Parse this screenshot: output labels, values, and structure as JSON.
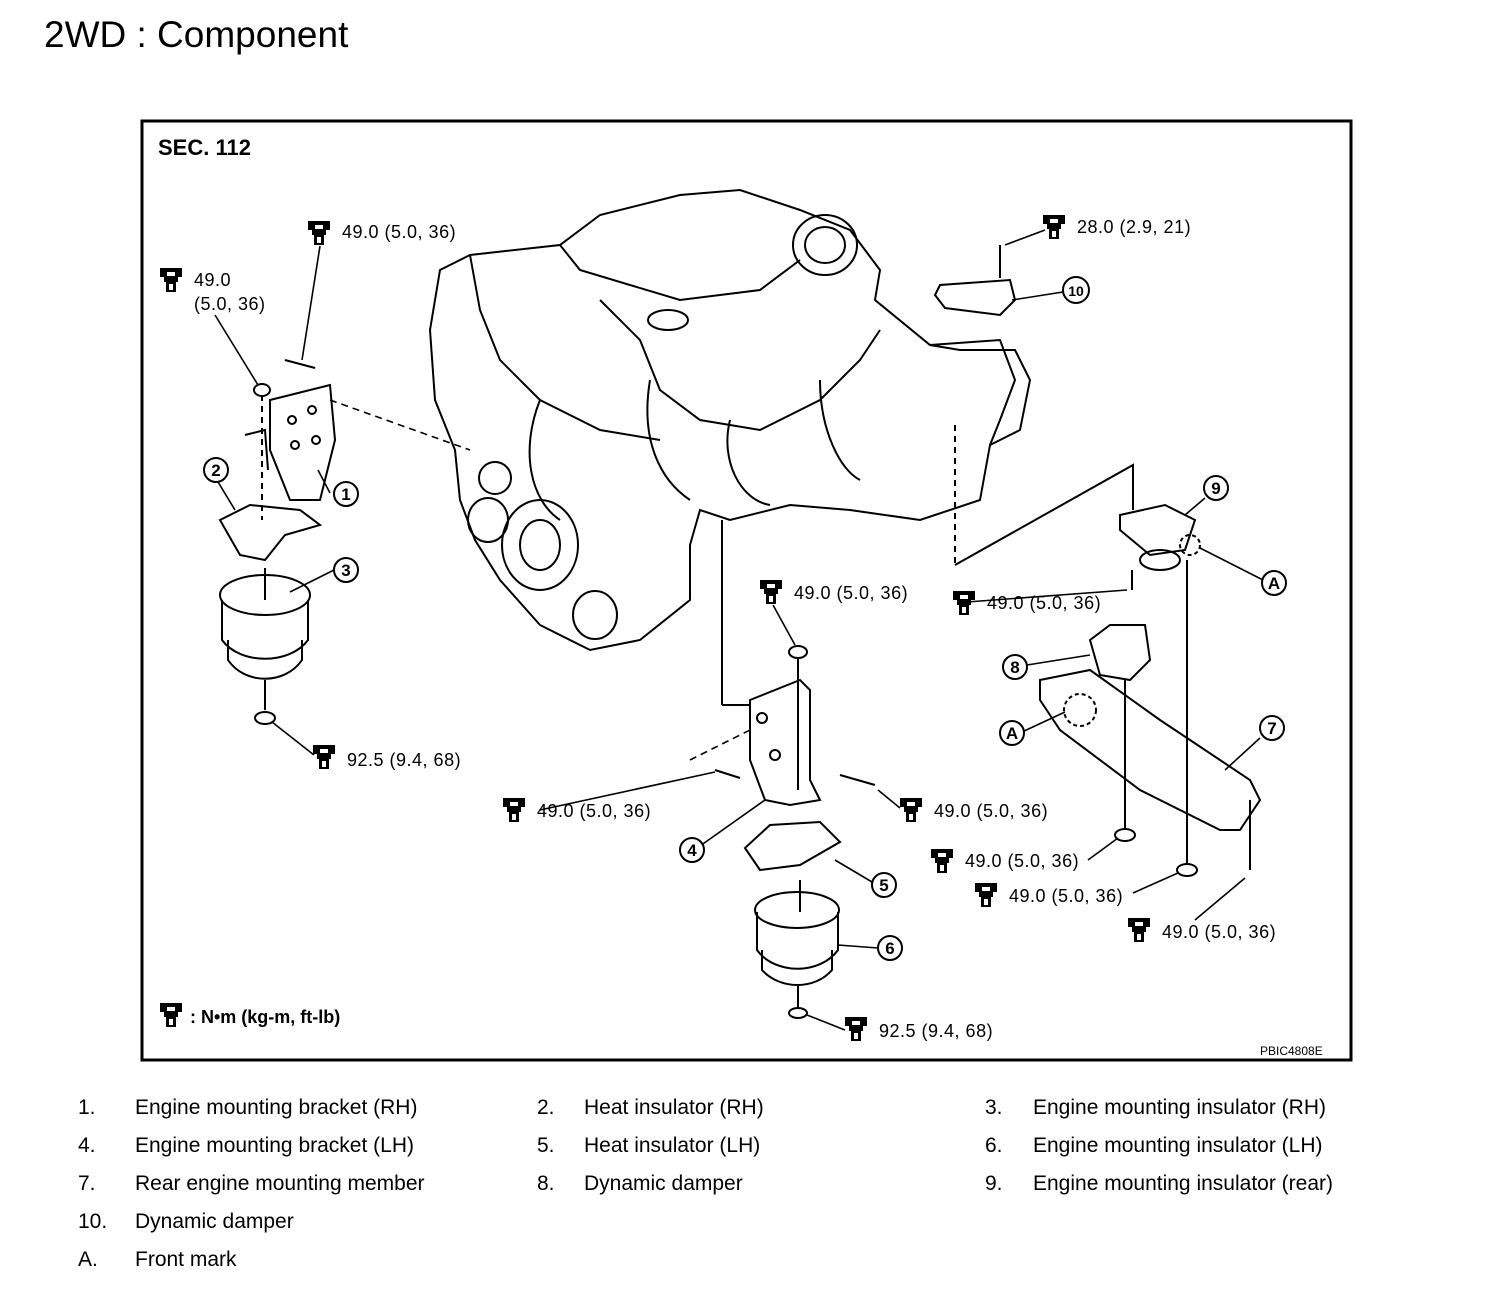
{
  "title": "2WD : Component",
  "figure": {
    "section": "SEC. 112",
    "code": "PBIC4808E",
    "unit_note": ": N•m (kg-m, ft-lb)",
    "torques": {
      "t1": "49.0 (5.0, 36)",
      "t2a": "49.0",
      "t2b": "(5.0, 36)",
      "t3": "28.0 (2.9, 21)",
      "t4": "92.5 (9.4, 68)",
      "t5": "49.0 (5.0, 36)",
      "t6": "49.0 (5.0, 36)",
      "t7": "49.0 (5.0, 36)",
      "t8": "49.0 (5.0, 36)",
      "t9": "49.0 (5.0, 36)",
      "t10": "49.0 (5.0, 36)",
      "t11": "49.0 (5.0, 36)",
      "t12": "92.5 (9.4, 68)"
    },
    "callouts": [
      "1",
      "2",
      "3",
      "4",
      "5",
      "6",
      "7",
      "8",
      "9",
      "10",
      "A",
      "A"
    ]
  },
  "legend": [
    {
      "num": "1.",
      "text": "Engine mounting bracket (RH)"
    },
    {
      "num": "2.",
      "text": "Heat insulator (RH)"
    },
    {
      "num": "3.",
      "text": "Engine mounting insulator (RH)"
    },
    {
      "num": "4.",
      "text": "Engine mounting bracket (LH)"
    },
    {
      "num": "5.",
      "text": "Heat insulator (LH)"
    },
    {
      "num": "6.",
      "text": "Engine mounting insulator (LH)"
    },
    {
      "num": "7.",
      "text": "Rear engine mounting member"
    },
    {
      "num": "8.",
      "text": "Dynamic damper"
    },
    {
      "num": "9.",
      "text": "Engine mounting insulator (rear)"
    },
    {
      "num": "10.",
      "text": "Dynamic damper"
    },
    {
      "num": "A.",
      "text": "Front mark"
    }
  ]
}
